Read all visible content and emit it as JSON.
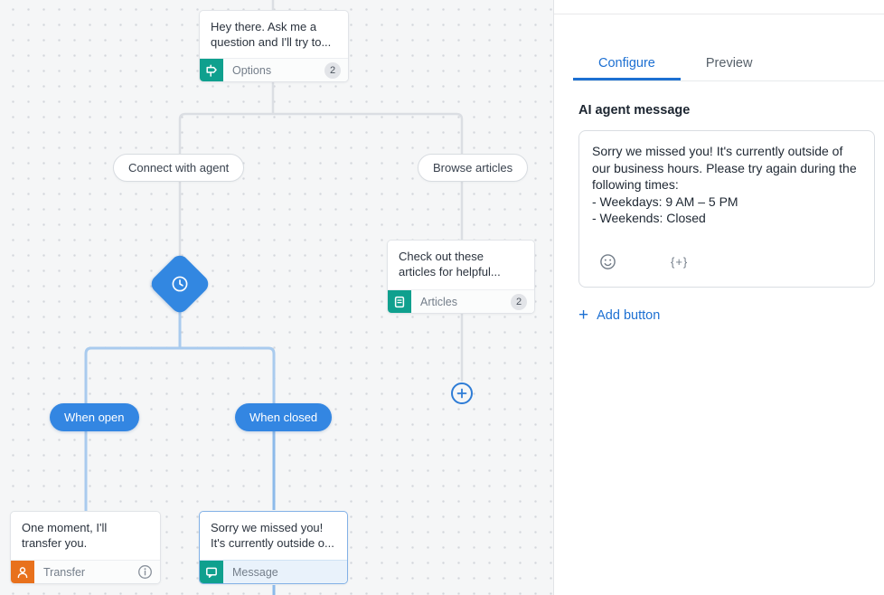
{
  "canvas": {
    "start_node": {
      "text": "Hey there. Ask me a question and I'll try to...",
      "type_label": "Options",
      "count": "2"
    },
    "branch_connect": {
      "label": "Connect with agent"
    },
    "branch_browse": {
      "label": "Browse articles"
    },
    "articles_node": {
      "text": "Check out these articles for helpful...",
      "type_label": "Articles",
      "count": "2"
    },
    "when_open": {
      "label": "When open"
    },
    "when_closed": {
      "label": "When closed"
    },
    "transfer_node": {
      "text": "One moment, I'll transfer you.",
      "type_label": "Transfer"
    },
    "message_node": {
      "text": "Sorry we missed you! It's currently outside o...",
      "type_label": "Message"
    }
  },
  "panel": {
    "tabs": [
      {
        "label": "Configure"
      },
      {
        "label": "Preview"
      }
    ],
    "heading": "AI agent message",
    "message_value": "Sorry we missed you! It's currently outside of our business hours. Please try again during the following times:\n- Weekdays: 9 AM – 5 PM\n- Weekends: Closed",
    "variable_glyph": "{+}",
    "add_button_label": "Add button"
  },
  "colors": {
    "accent_blue": "#1d70d2",
    "flow_blue": "#3386e2",
    "node_teal": "#0fa08e",
    "transfer_orange": "#e8711c",
    "connector_gray": "#dbdee3",
    "connector_blue": "#9ec5ed"
  }
}
